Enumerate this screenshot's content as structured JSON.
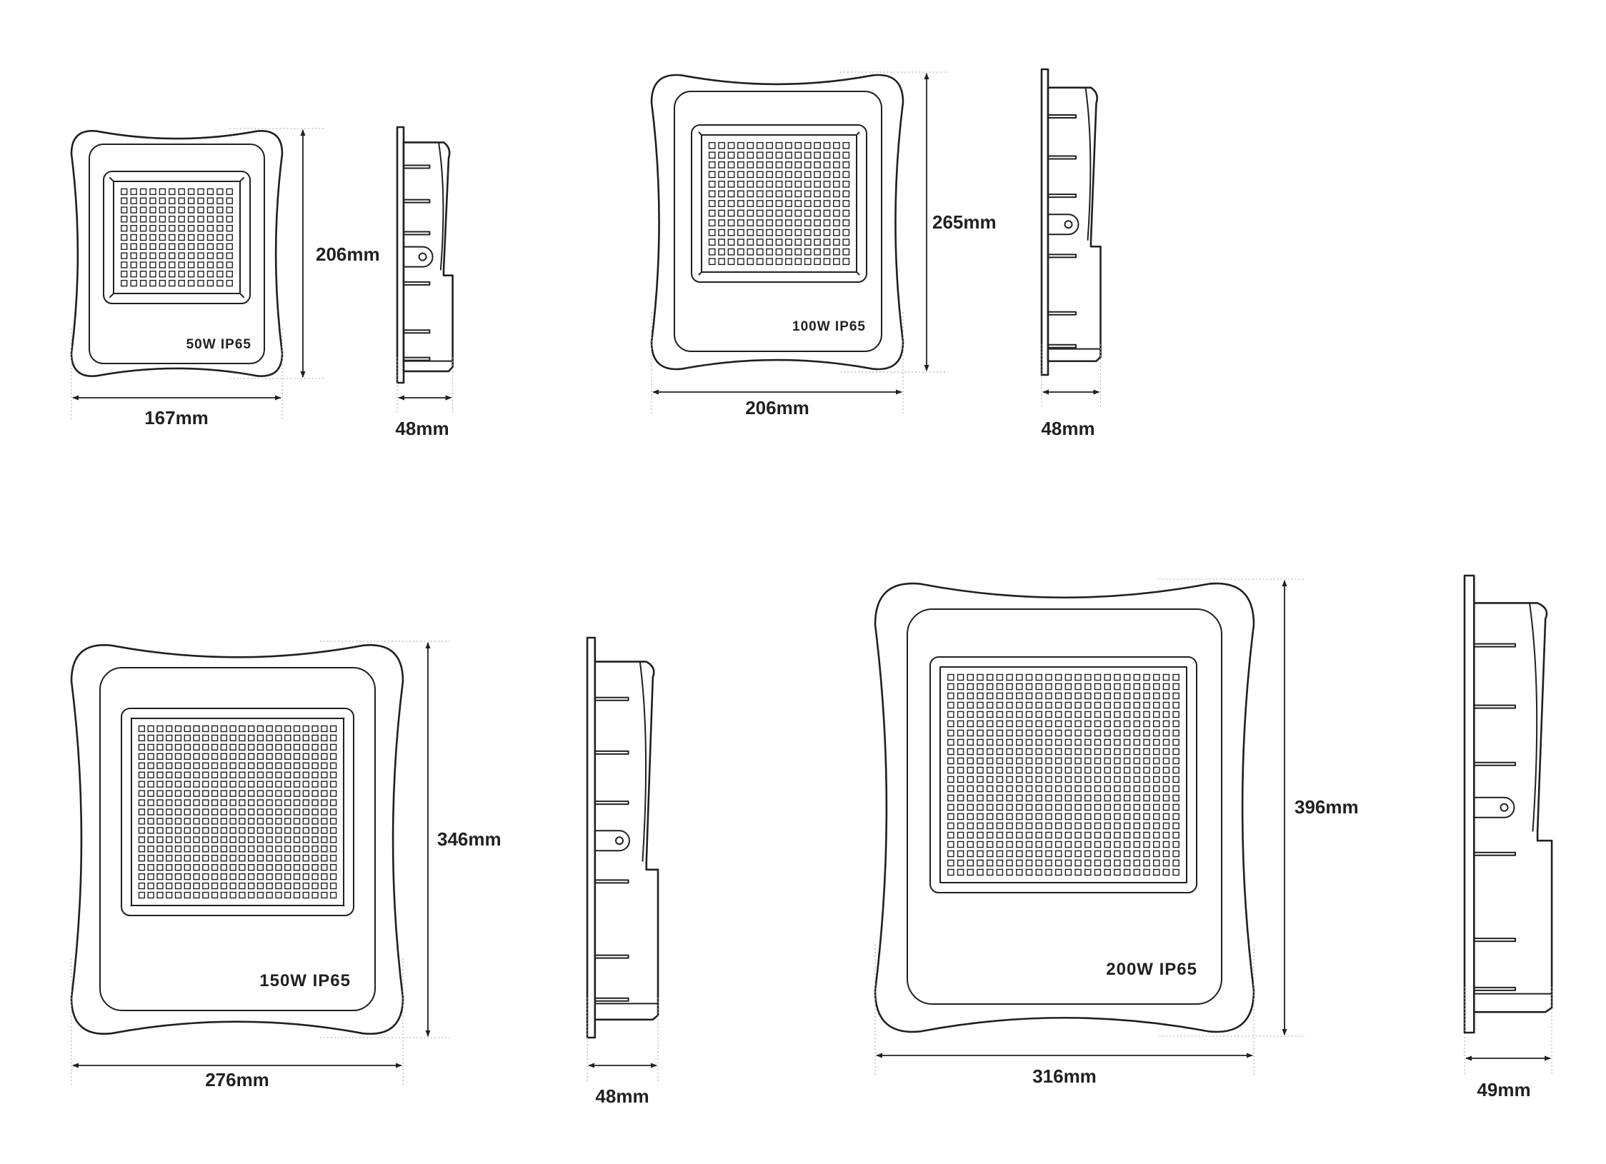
{
  "colors": {
    "ink": "#231f20",
    "background": "#ffffff",
    "extension_line": "#a6a6a6"
  },
  "models": [
    {
      "id": "50w",
      "label": "50W IP65",
      "width_label": "167mm",
      "height_label": "206mm",
      "depth_label": "48mm"
    },
    {
      "id": "100w",
      "label": "100W IP65",
      "width_label": "206mm",
      "height_label": "265mm",
      "depth_label": "48mm"
    },
    {
      "id": "150w",
      "label": "150W IP65",
      "width_label": "276mm",
      "height_label": "346mm",
      "depth_label": "48mm"
    },
    {
      "id": "200w",
      "label": "200W IP65",
      "width_label": "316mm",
      "height_label": "396mm",
      "depth_label": "49mm"
    }
  ]
}
